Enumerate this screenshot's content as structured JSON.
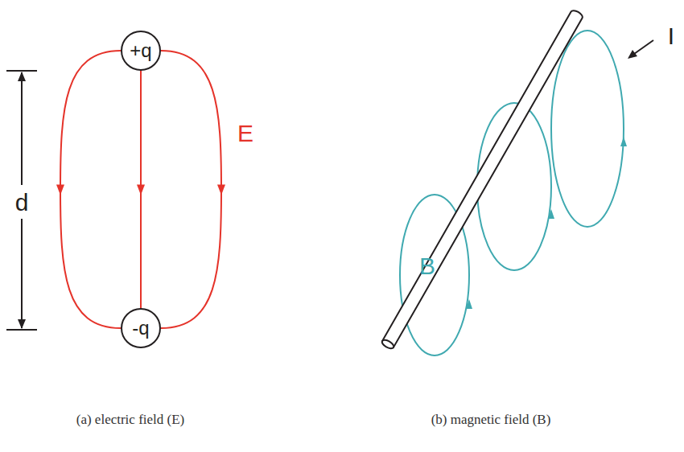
{
  "diagram": {
    "nodes": [
      {
        "text": [
          "+q"
        ]
      },
      {
        "text": [
          "-q"
        ]
      }
    ],
    "edges": [
      {
        "from": 0,
        "to": 1,
        "arrow": "to"
      },
      {
        "from": 0,
        "to": 1,
        "arrow": "to"
      },
      {
        "from": 0,
        "to": 1,
        "arrow": "to"
      }
    ],
    "labels": [
      "d",
      "E",
      "B",
      "I",
      "(a) electric field (E)",
      "(b) magnetic field (B)"
    ]
  }
}
